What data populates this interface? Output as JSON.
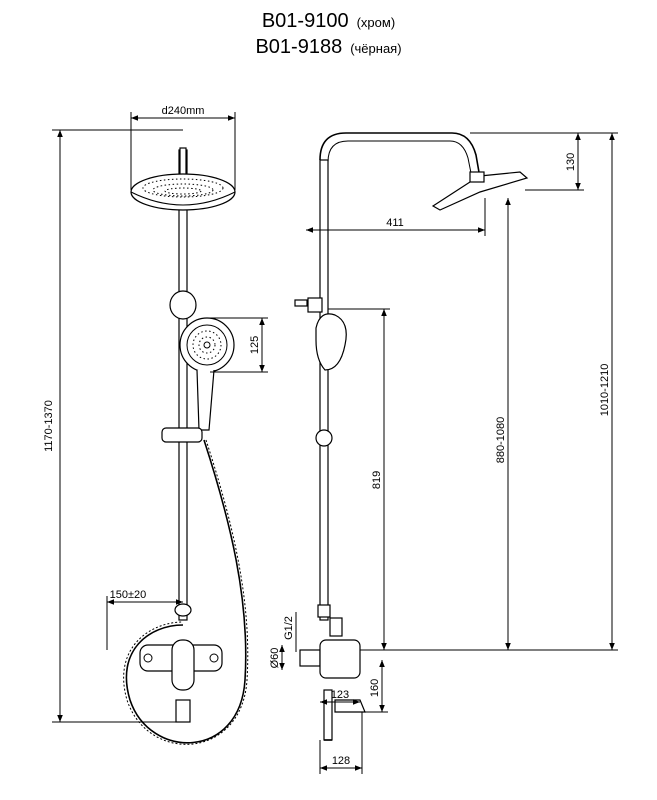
{
  "header": {
    "models": [
      {
        "code": "B01-9100",
        "variant": "(хром)"
      },
      {
        "code": "B01-9188",
        "variant": "(чёрная)"
      }
    ]
  },
  "dimensions": {
    "head_diameter": "d240mm",
    "total_height": "1170-1370",
    "hand_shower": "125",
    "mixer_centers": "150±20",
    "arm_reach": "411",
    "head_drop": "130",
    "slide_length": "819",
    "rail_height": "880-1080",
    "head_height": "1010-1210",
    "thread": "G1/2",
    "flange": "Ø60",
    "mixer_depth": "123",
    "spout_height": "160",
    "spout_reach": "128"
  }
}
